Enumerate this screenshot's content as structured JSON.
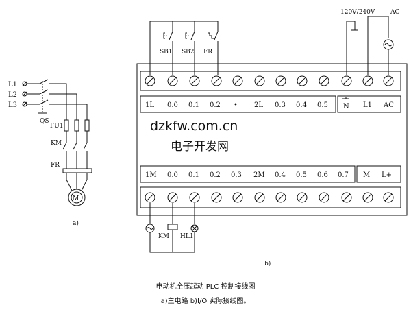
{
  "power_labels": {
    "supply": "120V/240V",
    "ac": "AC"
  },
  "main_circuit": {
    "phases": [
      "L1",
      "L2",
      "L3"
    ],
    "switch": "QS",
    "fuse": "FU1",
    "contactor": "KM",
    "relay": "FR"
  },
  "input_devices": [
    "SB1",
    "SB2",
    "FR"
  ],
  "top_terminals": [
    "1L",
    "0.0",
    "0.1",
    "0.2",
    "•",
    "2L",
    "0.3",
    "0.4",
    "0.5",
    "N",
    "L1",
    "AC"
  ],
  "bottom_terminals": [
    "1M",
    "0.0",
    "0.1",
    "0.2",
    "0.3",
    "2M",
    "0.4",
    "0.5",
    "0.6",
    "0.7",
    "M",
    "L+"
  ],
  "output_devices": [
    "KM",
    "HL1"
  ],
  "watermark": {
    "line1": "dzkfw.com.cn",
    "line2": "电子开发网"
  },
  "subfigure_labels": [
    "a)",
    "b)"
  ],
  "caption": {
    "title": "电动机全压起动 PLC 控制接线图",
    "subtitle": "a)主电路   b)I/O 实际接线图。"
  }
}
